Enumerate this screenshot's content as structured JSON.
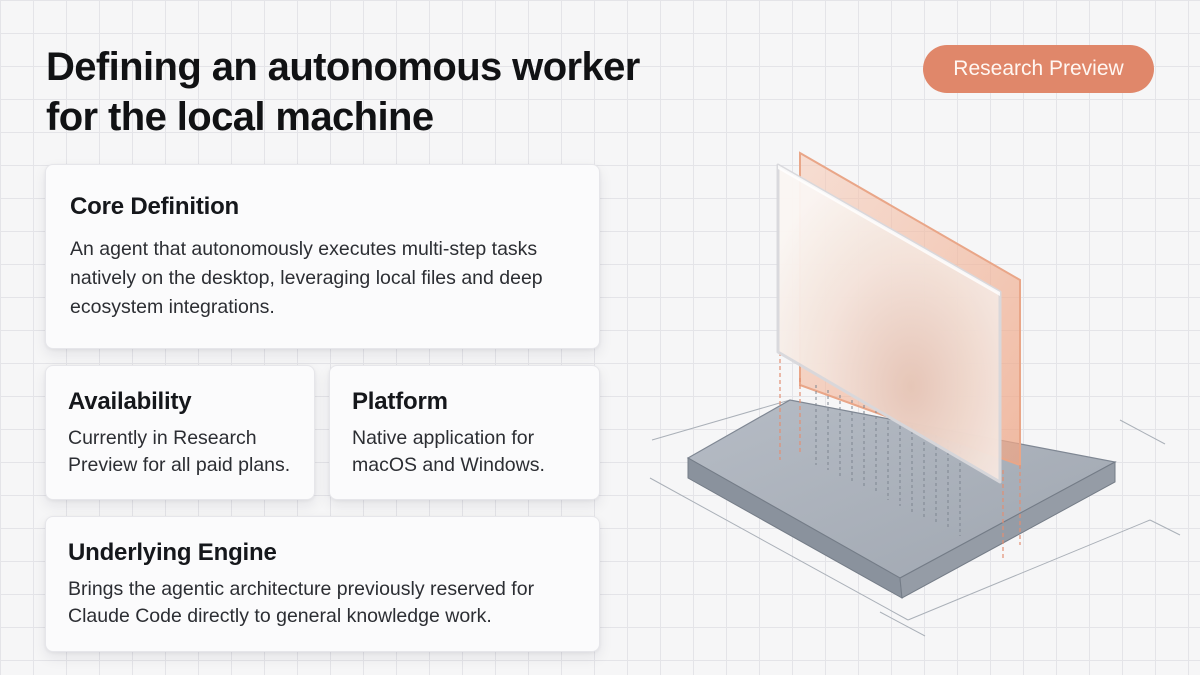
{
  "header": {
    "title_line1": "Defining an autonomous worker",
    "title_line2": "for the local machine",
    "badge": "Research Preview"
  },
  "cards": {
    "core": {
      "heading": "Core Definition",
      "body": "An agent that autonomously executes multi-step tasks natively on the desktop, leveraging local files and deep ecosystem integrations."
    },
    "availability": {
      "heading": "Availability",
      "body": "Currently in Research Preview for all paid plans."
    },
    "platform": {
      "heading": "Platform",
      "body": "Native application for macOS and Windows."
    },
    "engine": {
      "heading": "Underlying Engine",
      "body": "Brings the agentic architecture previously reserved for Claude Code directly to general knowledge work."
    }
  },
  "colors": {
    "accent": "#e0876a",
    "background": "#f6f6f7",
    "platform_base": "#a9b0b9"
  }
}
